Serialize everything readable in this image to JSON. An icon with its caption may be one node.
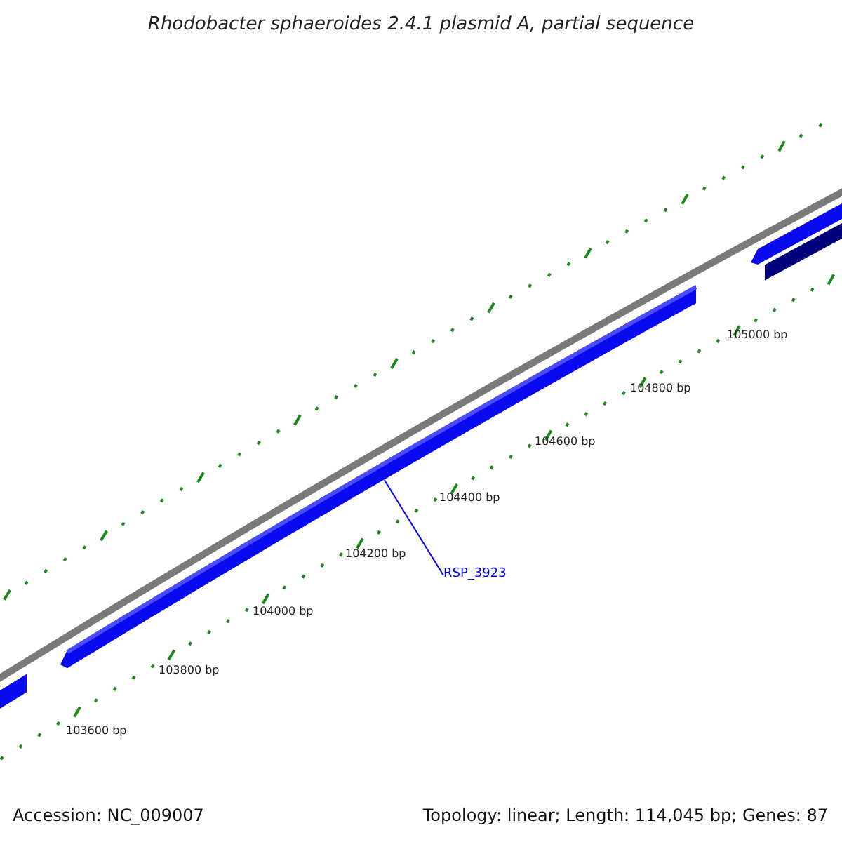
{
  "diagram": {
    "title": "Rhodobacter sphaeroides 2.4.1 plasmid A, partial sequence",
    "nodes": [
      {
        "text": [
          "RSP_3923"
        ]
      },
      {
        "text": [],
        "shape": "bar"
      }
    ],
    "edges": [
      {
        "from": 0,
        "to": 1,
        "arrow": "none"
      }
    ],
    "labels": [
      "105000 bp",
      "104800 bp",
      "104600 bp",
      "104400 bp",
      "104200 bp",
      "104000 bp",
      "103800 bp",
      "103600 bp",
      "Accession: NC_009007",
      "Topology: linear; Length: 114,045 bp; Genes: 87"
    ]
  }
}
